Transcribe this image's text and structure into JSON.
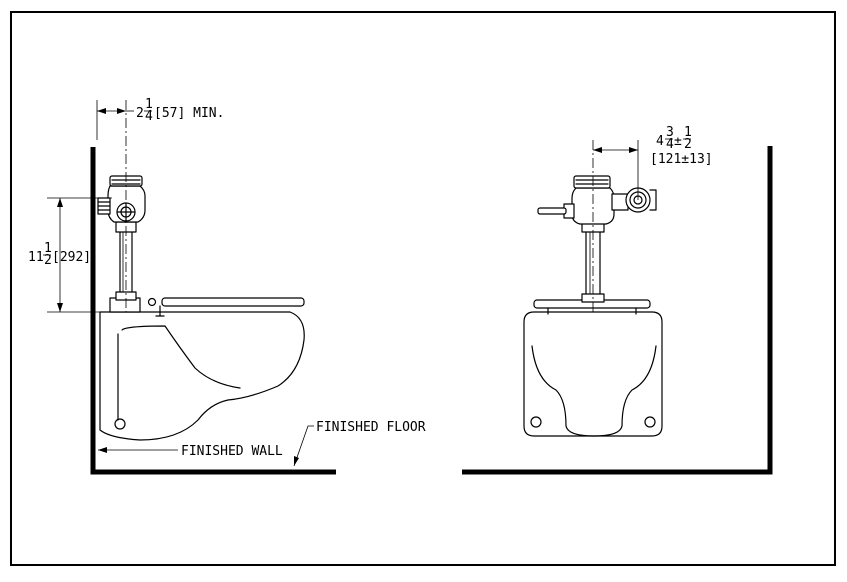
{
  "labels": {
    "finished_floor": "FINISHED FLOOR",
    "finished_wall": "FINISHED WALL"
  },
  "dimensions": {
    "offset_whole": "2",
    "offset_frac_num": "1",
    "offset_frac_den": "4",
    "offset_rest": "[57] MIN.",
    "height_whole": "11",
    "height_frac_num": "1",
    "height_frac_den": "2",
    "height_rest": "[292]",
    "side_whole": "4",
    "side_frac_num": "3",
    "side_frac_den": "4",
    "side_pm": "±",
    "side_tol_num": "1",
    "side_tol_den": "2",
    "side_metric": "[121±13]"
  }
}
